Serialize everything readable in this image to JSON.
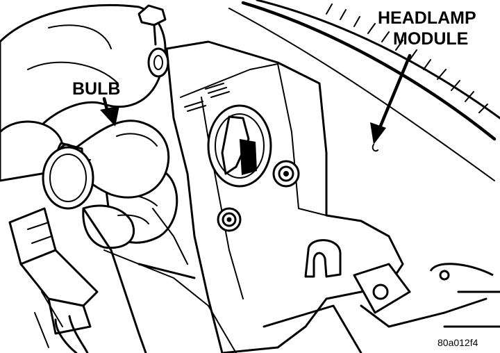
{
  "labels": {
    "headlamp_line1": "HEADLAMP",
    "headlamp_line2": "MODULE",
    "bulb": "BULB",
    "figure_code": "80a012f4"
  }
}
